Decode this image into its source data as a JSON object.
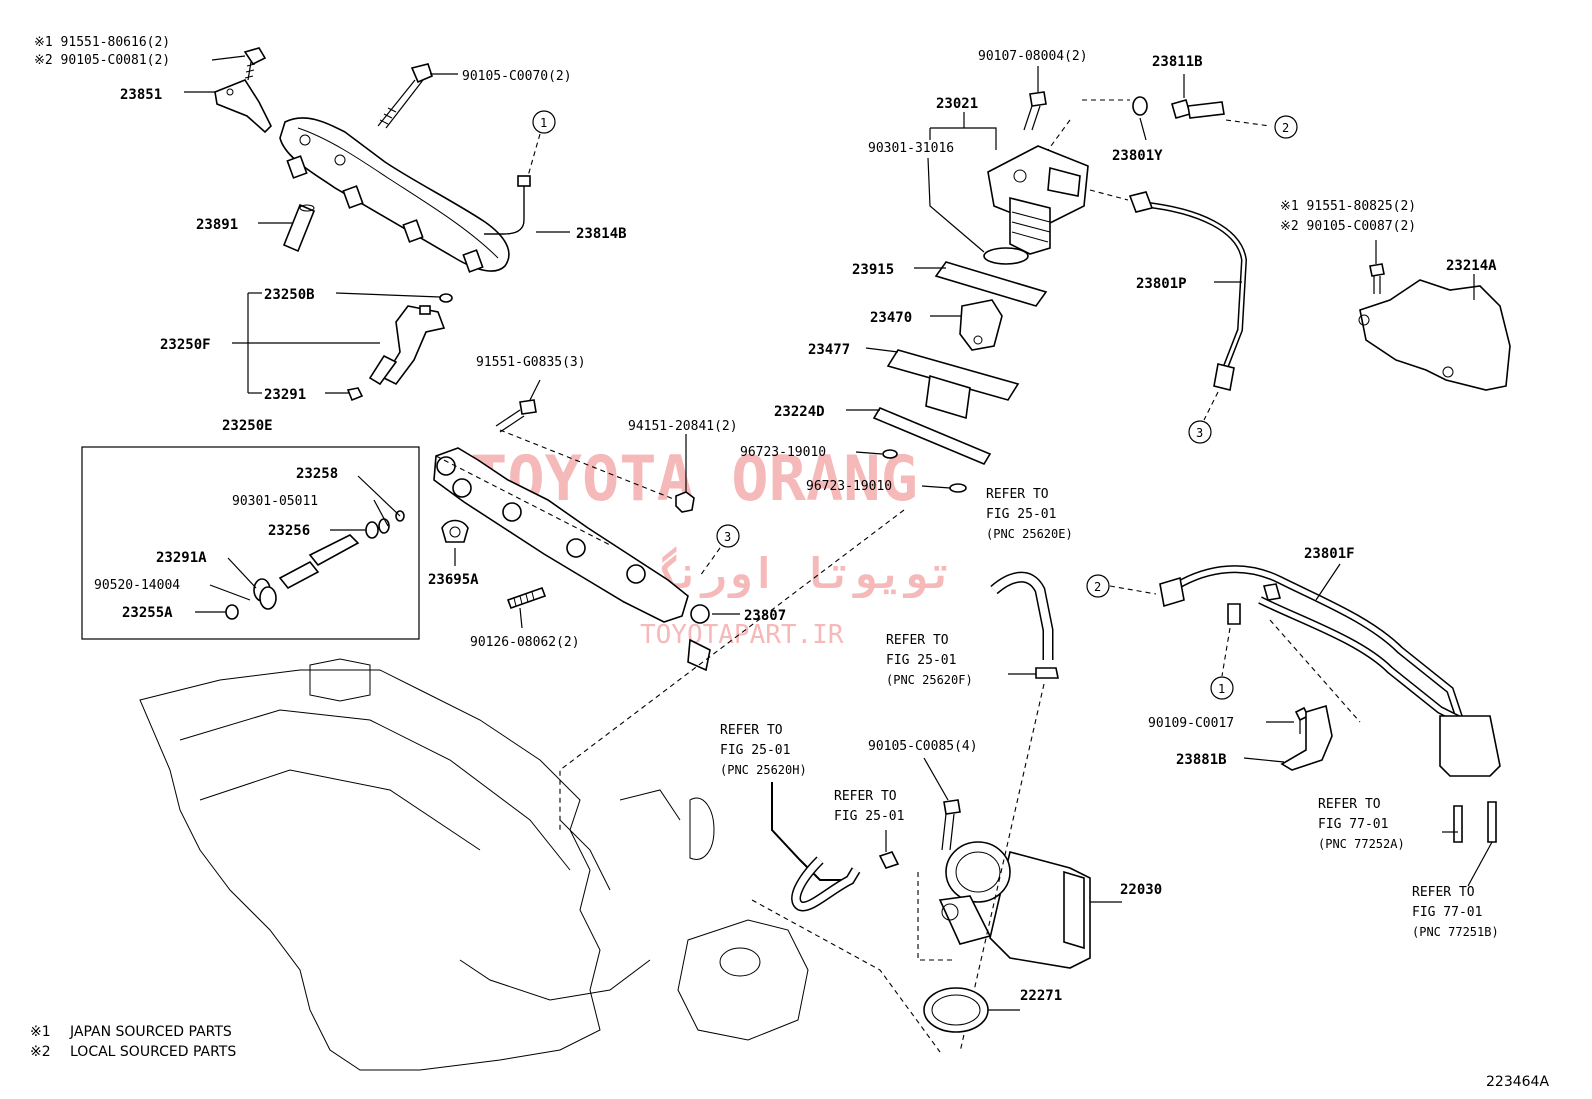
{
  "diagram_id": "223464A",
  "watermark": {
    "main": "TOYOTA ORANG",
    "arabic": "تویوتا اورنگ",
    "site": "TOYOTAPART.IR"
  },
  "notes": [
    {
      "mark": "※1",
      "text": "JAPAN SOURCED PARTS"
    },
    {
      "mark": "※2",
      "text": "LOCAL SOURCED PARTS"
    }
  ],
  "callouts": {
    "c1": "1",
    "c2": "2",
    "c3": "3"
  },
  "labels": {
    "p23851": "23851",
    "b1": "※1 91551-80616(2)",
    "b2": "※2 90105-C0081(2)",
    "p90105c0070": "90105-C0070(2)",
    "p23891": "23891",
    "p23814b": "23814B",
    "p23250b": "23250B",
    "p23250f": "23250F",
    "p23291": "23291",
    "p23250e": "23250E",
    "p23258": "23258",
    "p9030105011": "90301-05011",
    "p23256": "23256",
    "p23291a": "23291A",
    "p9052014004": "90520-14004",
    "p23255a": "23255A",
    "p91551g0835": "91551-G0835(3)",
    "p9415120841": "94151-20841(2)",
    "p23695a": "23695A",
    "p23807": "23807",
    "p9012608062": "90126-08062(2)",
    "p9010708004": "90107-08004(2)",
    "p23811b": "23811B",
    "p23021": "23021",
    "p9030131016": "90301-31016",
    "p23801y": "23801Y",
    "p23915": "23915",
    "p23470": "23470",
    "p23477": "23477",
    "p23224d": "23224D",
    "p9672319010a": "96723-19010",
    "p9672319010b": "96723-19010",
    "p23801p": "23801P",
    "b3": "※1 91551-80825(2)",
    "b4": "※2 90105-C0087(2)",
    "p23214a": "23214A",
    "p23801f": "23801F",
    "p90109c0017": "90109-C0017",
    "p23881b": "23881B",
    "p90105c0085": "90105-C0085(4)",
    "p22030": "22030",
    "p22271": "22271"
  },
  "refers": [
    {
      "l1": "REFER TO",
      "l2": "FIG 25-01",
      "l3": "(PNC 25620E)"
    },
    {
      "l1": "REFER TO",
      "l2": "FIG 25-01",
      "l3": "(PNC 25620F)"
    },
    {
      "l1": "REFER TO",
      "l2": "FIG 25-01",
      "l3": "(PNC 25620H)"
    },
    {
      "l1": "REFER TO",
      "l2": "FIG 25-01",
      "l3": ""
    },
    {
      "l1": "REFER TO",
      "l2": "FIG 77-01",
      "l3": "(PNC 77252A)"
    },
    {
      "l1": "REFER TO",
      "l2": "FIG 77-01",
      "l3": "(PNC 77251B)"
    }
  ]
}
